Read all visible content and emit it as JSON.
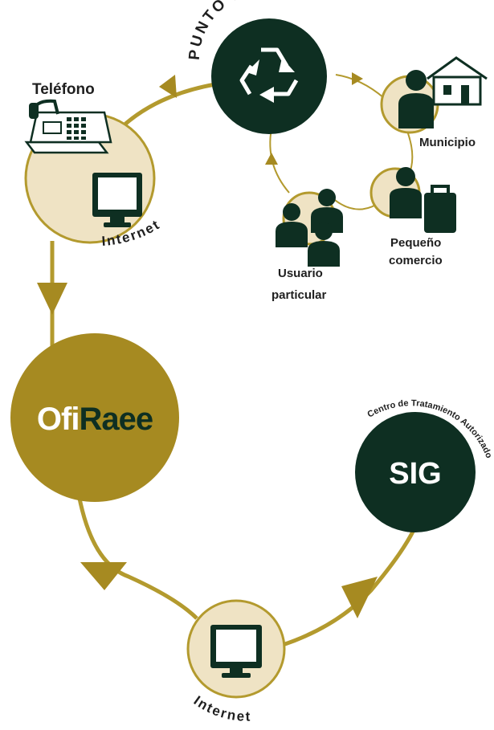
{
  "colors": {
    "olive": "#a68a21",
    "dark_green": "#0e2f22",
    "cream": "#efe3c4",
    "line": "#b39a2e",
    "text": "#1f1f1f",
    "white": "#ffffff"
  },
  "punto_limpio": {
    "title": "PUNTO LIMPIO",
    "icon": "recycle-icon"
  },
  "telefono": {
    "label": "Teléfono",
    "icon": "telephone-icon"
  },
  "internet_top": {
    "label": "Internet",
    "icon": "monitor-icon"
  },
  "ofiraee": {
    "prefix": "Ofi",
    "suffix": "Raee"
  },
  "sig": {
    "label": "SIG",
    "arc_text": "Centro de Tratamiento Autorizado"
  },
  "internet_bottom": {
    "label": "Internet",
    "icon": "monitor-icon"
  },
  "municipio": {
    "label": "Municipio",
    "icons": [
      "person-icon",
      "house-icon"
    ]
  },
  "pequeno_comercio": {
    "line1": "Pequeño",
    "line2": "comercio",
    "icons": [
      "person-icon",
      "bag-icon"
    ]
  },
  "usuario_particular": {
    "line1": "Usuario",
    "line2": "particular",
    "icon": "people-group-icon"
  }
}
